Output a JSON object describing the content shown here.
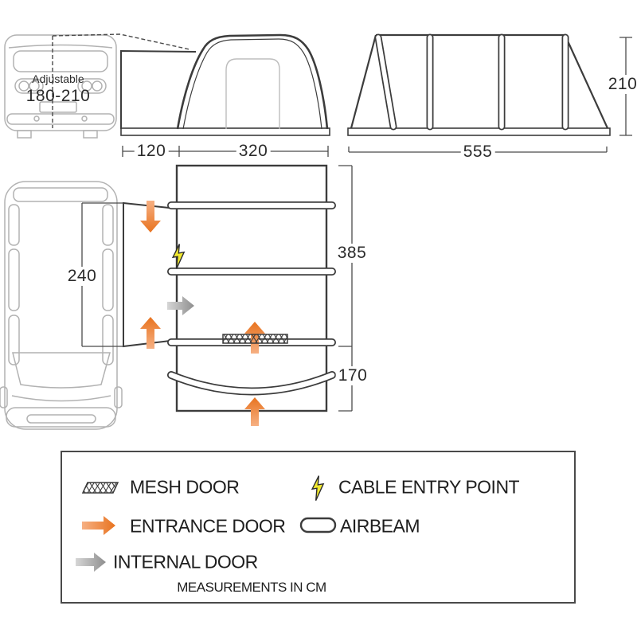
{
  "diagram": {
    "title_implicit": "Driveaway awning dimensions diagram",
    "front_view": {
      "adjustable_label": "Adjustable",
      "adjustable_range": "180-210",
      "dim_tunnel_width": "120",
      "dim_awning_width": "320"
    },
    "side_view": {
      "dim_length": "555",
      "dim_height": "210"
    },
    "plan_view": {
      "dim_connection_width": "240",
      "dim_main_depth": "385",
      "dim_porch_depth": "170"
    }
  },
  "legend": {
    "items": [
      {
        "icon": "mesh-door-icon",
        "label": "MESH DOOR"
      },
      {
        "icon": "cable-entry-point-icon",
        "label": "CABLE ENTRY POINT"
      },
      {
        "icon": "entrance-door-arrow-icon",
        "label": "ENTRANCE DOOR"
      },
      {
        "icon": "airbeam-icon",
        "label": "AIRBEAM"
      },
      {
        "icon": "internal-door-arrow-icon",
        "label": "INTERNAL DOOR"
      }
    ],
    "note": "MEASUREMENTS IN CM"
  },
  "colors": {
    "line_dark": "#3c3c3c",
    "van_line_light": "#b2b2b2",
    "entrance_arrow_orange": "#e8731f",
    "entrance_arrow_orange_light": "#f6b083",
    "internal_arrow_gray": "#8e8e8e",
    "cable_entry_yellow": "#f2ea2f"
  }
}
